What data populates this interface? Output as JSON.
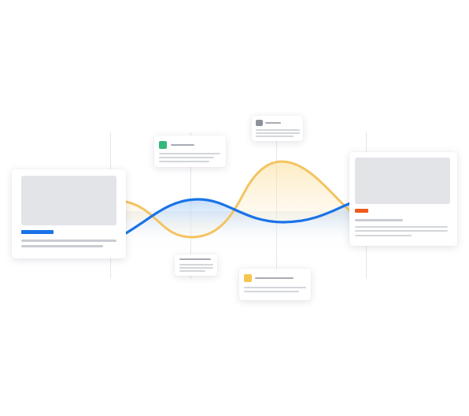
{
  "colors": {
    "blue_wave": "#1a73e8",
    "yellow_wave": "#f3c462",
    "green_swatch": "#34b87a",
    "grey_swatch": "#8d929a",
    "yellow_swatch": "#f5c54f",
    "blue_accent": "#1a73e8",
    "orange_accent": "#ef5a1c",
    "placeholder": "#e2e4e8"
  },
  "cards": {
    "left_media_card": {
      "accent": "blue-accent"
    },
    "right_media_card": {
      "accent": "orange-accent"
    },
    "note_cards": [
      {
        "marker": "green-swatch"
      },
      {
        "marker": "grey-swatch"
      },
      {
        "marker": "none"
      },
      {
        "marker": "yellow-swatch"
      }
    ]
  },
  "waves": [
    "blue-wave",
    "yellow-wave"
  ]
}
